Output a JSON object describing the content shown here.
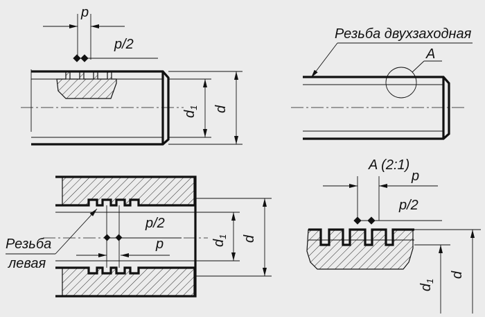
{
  "labels": {
    "pitch": "p",
    "half_pitch": "p/2",
    "minor_diameter": "d",
    "minor_diameter_sub": "1",
    "major_diameter": "d",
    "double_start_thread": "Резьба двухзаходная",
    "view_ref": "A",
    "detail_title": "A (2:1)",
    "left_hand_line1": "Резьба",
    "left_hand_line2": "левая"
  },
  "colors": {
    "background": "#ececec",
    "ink": "#111111"
  }
}
